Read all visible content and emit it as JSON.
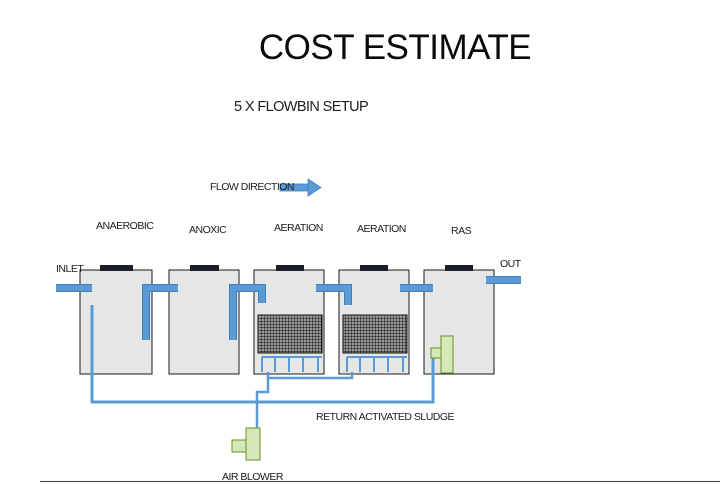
{
  "title": "COST ESTIMATE",
  "subtitle": "5 X FLOWBIN SETUP",
  "flow_direction_label": "FLOW DIRECTION",
  "tanks": [
    {
      "label": "ANAEROBIC"
    },
    {
      "label": "ANOXIC"
    },
    {
      "label": "AERATION"
    },
    {
      "label": "AERATION"
    },
    {
      "label": "RAS"
    }
  ],
  "inlet_label": "INLET",
  "out_label": "OUT",
  "return_label": "RETURN ACTIVATED SLUDGE",
  "air_blower_label": "AIR BLOWER",
  "colors": {
    "pipe": "#5b9bd5",
    "pipe_stroke": "#3f7fbf",
    "tank_fill": "#e6e6e6",
    "tank_stroke": "#1a1a1a",
    "lid": "#1b1f2a",
    "pump_fill": "#d5e8b8",
    "pump_stroke": "#6b8e23",
    "media": "#222222"
  },
  "icons": {
    "flow_arrow": "right-arrow-icon",
    "pump": "pump-icon",
    "blower": "blower-icon"
  }
}
